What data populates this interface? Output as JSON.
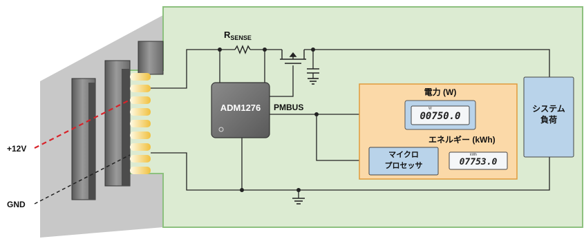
{
  "labels": {
    "rsense_main": "R",
    "rsense_sub": "SENSE",
    "chip": "ADM1276",
    "pmbus": "PMBUS",
    "power_title": "電力 (W)",
    "power_unit": "W",
    "power_value": "00750.0",
    "energy_title": "エネルギー (kWh)",
    "energy_unit": "kWh",
    "energy_value": "07753.0",
    "mcu_line1": "マイクロ",
    "mcu_line2": "プロセッサ",
    "load_line1": "システム",
    "load_line2": "負荷",
    "v12": "+12V",
    "gnd": "GND"
  },
  "colors": {
    "board_fill": "#dcebd2",
    "board_stroke": "#8cc07e",
    "panel_fill": "#fbd9a8",
    "panel_stroke": "#e09a3a",
    "box_fill": "#b9d3ea",
    "chip_fill": "#6f6f6f",
    "wire": "#222222",
    "v12_line": "#d8232a",
    "gnd_line": "#222222",
    "backplane": "#c8c8c8",
    "finger": "#f2c94c"
  }
}
